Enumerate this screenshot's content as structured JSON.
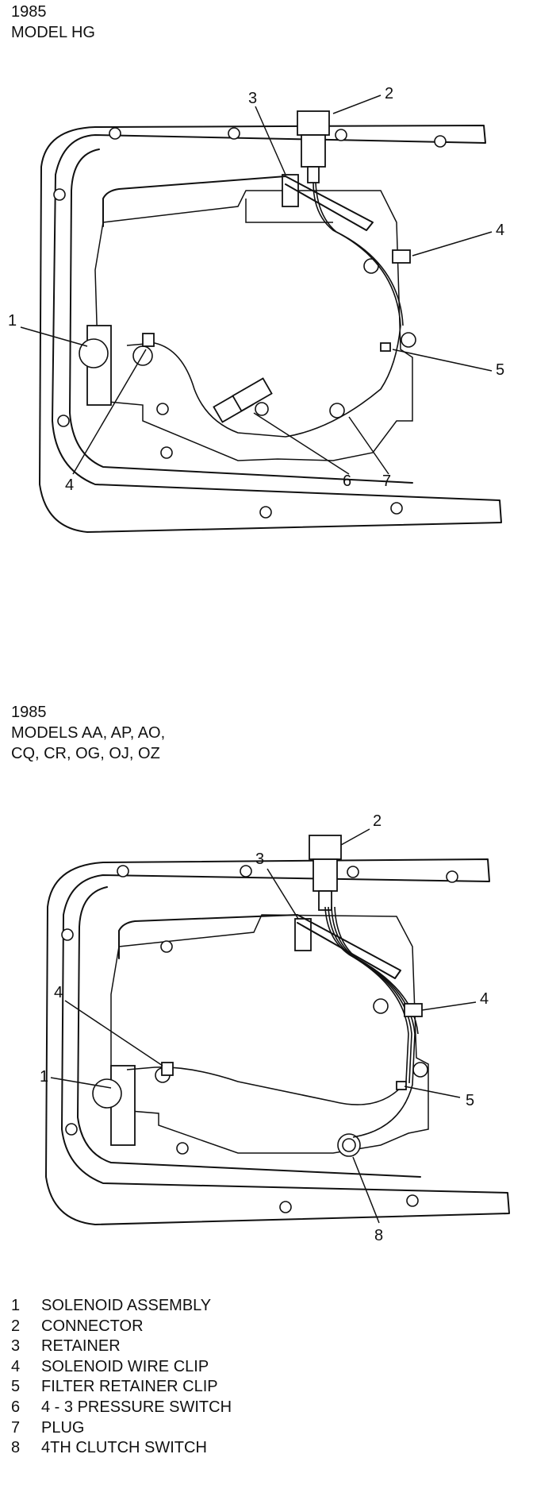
{
  "diagram1": {
    "year": "1985",
    "model": "MODEL HG",
    "callouts": [
      "1",
      "2",
      "3",
      "4",
      "4",
      "5",
      "6",
      "7"
    ]
  },
  "diagram2": {
    "year": "1985",
    "models_line1": "MODELS  AA, AP, AO,",
    "models_line2": "CQ, CR, OG, OJ, OZ",
    "callouts": [
      "1",
      "2",
      "3",
      "4",
      "4",
      "5",
      "8"
    ]
  },
  "legend": [
    {
      "num": "1",
      "label": "SOLENOID ASSEMBLY"
    },
    {
      "num": "2",
      "label": "CONNECTOR"
    },
    {
      "num": "3",
      "label": "RETAINER"
    },
    {
      "num": "4",
      "label": "SOLENOID WIRE CLIP"
    },
    {
      "num": "5",
      "label": "FILTER RETAINER CLIP"
    },
    {
      "num": "6",
      "label": "4 - 3 PRESSURE SWITCH"
    },
    {
      "num": "7",
      "label": "PLUG"
    },
    {
      "num": "8",
      "label": "4TH CLUTCH SWITCH"
    }
  ]
}
